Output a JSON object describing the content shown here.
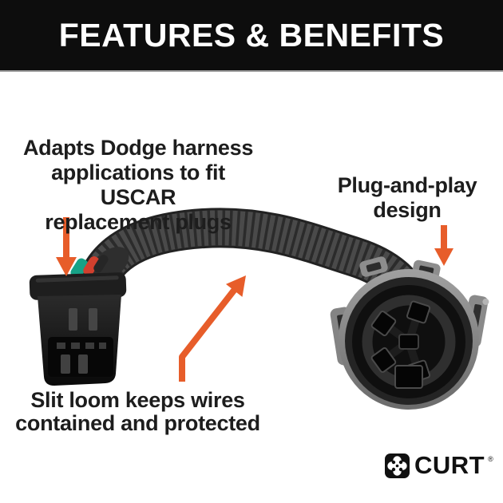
{
  "header": {
    "title": "FEATURES & BENEFITS"
  },
  "callouts": {
    "adapts": {
      "line1": "Adapts Dodge harness",
      "line2": "applications to fit USCAR",
      "line3": "replacement plugs"
    },
    "plug_and_play": {
      "line1": "Plug-and-play",
      "line2": "design"
    },
    "slit_loom": {
      "line1": "Slit loom keeps wires",
      "line2": "contained and protected"
    }
  },
  "brand": {
    "wordmark": "CURT",
    "registered_mark": "®"
  },
  "colors": {
    "accent": "#E75D2A",
    "header_bg": "#0D0D0D",
    "header_text": "#FFFFFF",
    "body_text": "#1D1D1D",
    "background": "#FFFFFF"
  }
}
